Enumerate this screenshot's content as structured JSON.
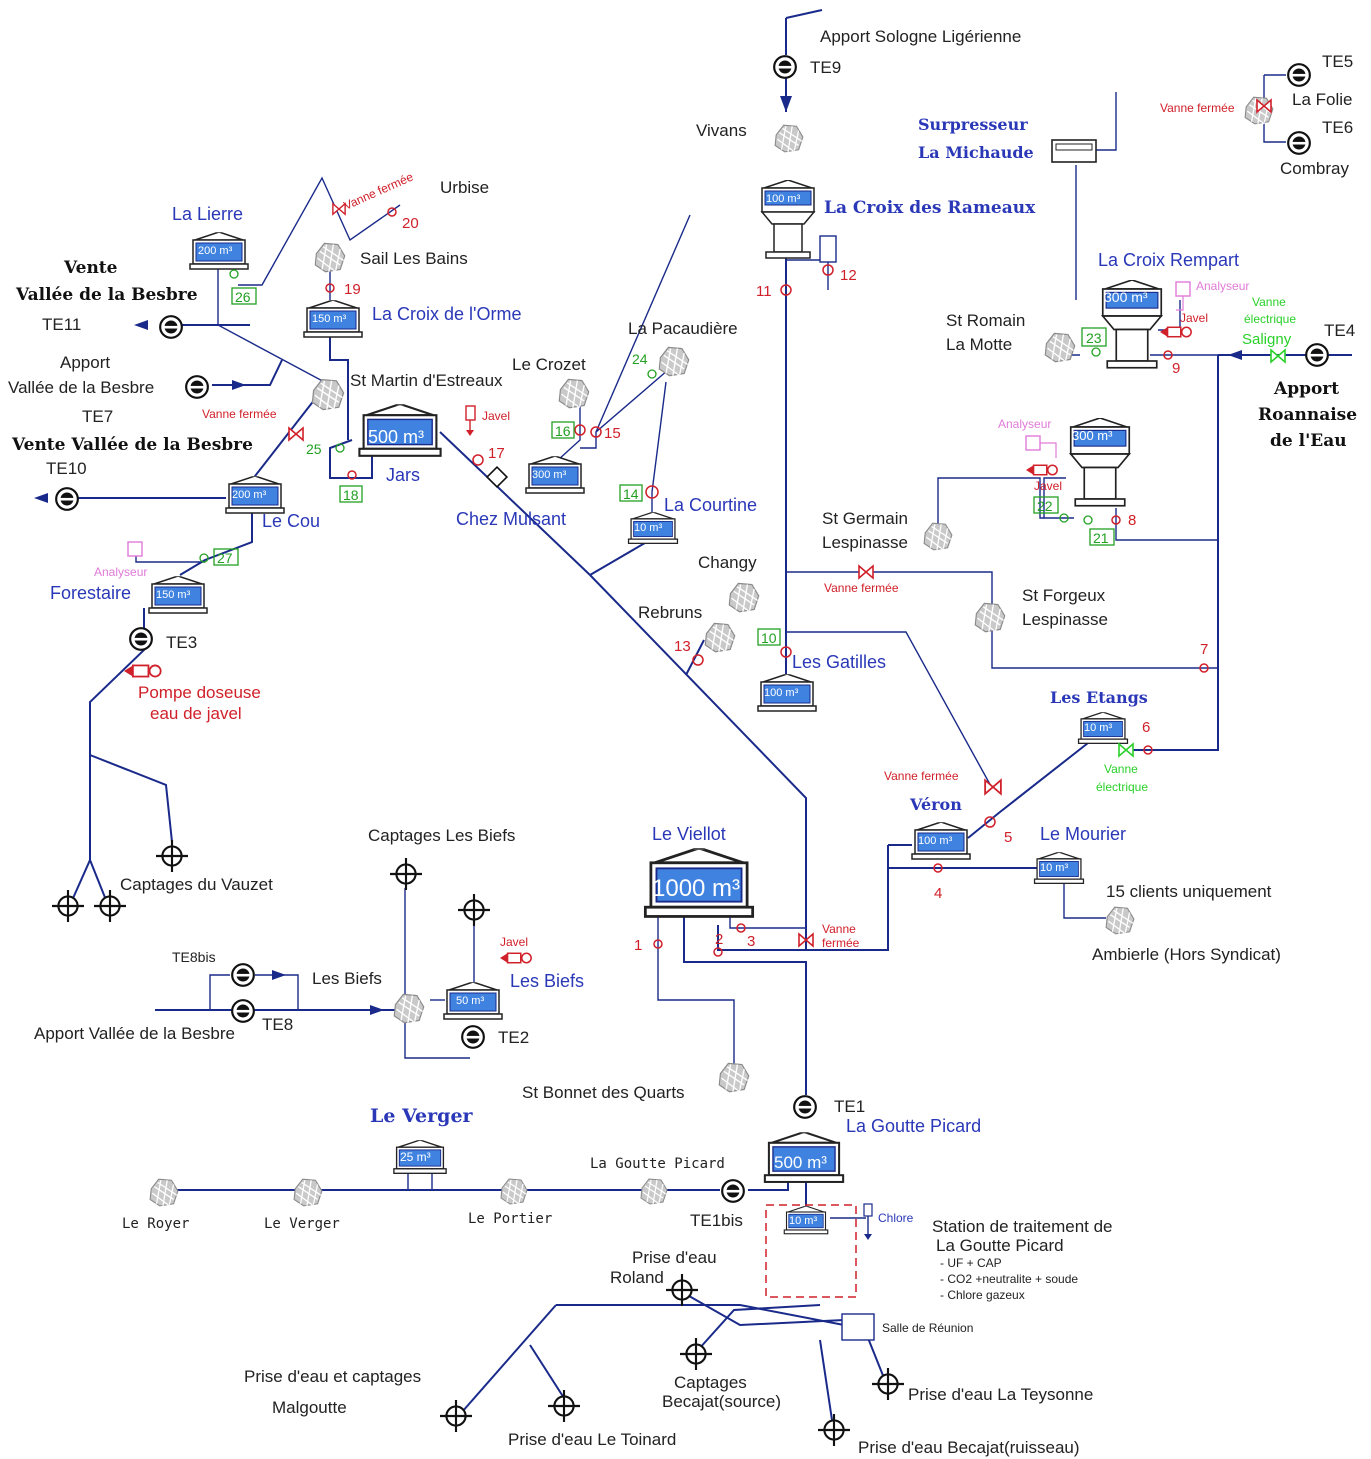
{
  "places": {
    "apport_sologne": "Apport Sologne Ligérienne",
    "te9": "TE9",
    "vivans": "Vivans",
    "croix_rameaux": "La Croix des Rameaux",
    "surpresseur_1": "Surpresseur",
    "surpresseur_2": "La Michaude",
    "te5": "TE5",
    "la_folie": "La Folie",
    "te6": "TE6",
    "combray": "Combray",
    "croix_rempart": "La Croix Rempart",
    "st_romain_1": "St Romain",
    "st_romain_2": "La Motte",
    "saligny": "Saligny",
    "te4": "TE4",
    "apport_roannaise_1": "Apport",
    "apport_roannaise_2": "Roannaise",
    "apport_roannaise_3": "de l'Eau",
    "urbise": "Urbise",
    "la_lierre": "La Lierre",
    "sail_les_bains": "Sail Les Bains",
    "croix_orme": "La Croix de l'Orme",
    "vente_1": "Vente",
    "vente_2": "Vallée de la Besbre",
    "te11": "TE11",
    "apport_besbre_1": "Apport",
    "apport_besbre_2": "Vallée de la Besbre",
    "te7": "TE7",
    "st_martin": "St Martin d'Estreaux",
    "vente_vallee": "Vente Vallée de la Besbre",
    "te10": "TE10",
    "jars": "Jars",
    "le_cou": "Le Cou",
    "la_pacaudiere": "La Pacaudière",
    "le_crozet": "Le Crozet",
    "chez_mulsant": "Chez Mulsant",
    "la_courtine": "La Courtine",
    "st_germain_1": "St Germain",
    "st_germain_2": "Lespinasse",
    "changy": "Changy",
    "st_forgeux_1": "St Forgeux",
    "st_forgeux_2": "Lespinasse",
    "rebruns": "Rebruns",
    "les_gatilles": "Les Gatilles",
    "forestaire": "Forestaire",
    "te3": "TE3",
    "pompe_1": "Pompe doseuse",
    "pompe_2": "eau de javel",
    "les_etangs": "Les Etangs",
    "veron": "Véron",
    "le_mourier": "Le Mourier",
    "le_viellot": "Le Viellot",
    "clients": "15 clients uniquement",
    "ambierle": "Ambierle (Hors Syndicat)",
    "captages_biefs": "Captages Les Biefs",
    "captages_vauzet": "Captages du Vauzet",
    "te8bis": "TE8bis",
    "les_biefs_node": "Les Biefs",
    "les_biefs_tank": "Les Biefs",
    "apport_vallee_besbre": "Apport Vallée de la Besbre",
    "te8": "TE8",
    "te2": "TE2",
    "st_bonnet": "St Bonnet des Quarts",
    "te1": "TE1",
    "goutte_picard": "La Goutte Picard",
    "le_verger_title": "Le  Verger",
    "goutte_picard_small": "La Goutte Picard",
    "le_royer": "Le Royer",
    "le_verger": "Le Verger",
    "le_portier": "Le Portier",
    "te1bis": "TE1bis",
    "station_1": "Station de traitement de",
    "station_2": "La Goutte Picard",
    "station_3": "- UF + CAP",
    "station_4": "- CO2 +neutralite + soude",
    "station_5": "- Chlore gazeux",
    "prise_roland_1": "Prise d'eau",
    "prise_roland_2": "Roland",
    "salle": "Salle de Réunion",
    "malgoutte_1": "Prise d'eau et captages",
    "malgoutte_2": "Malgoutte",
    "becajat_src_1": "Captages",
    "becajat_src_2": "Becajat(source)",
    "teysonne": "Prise d'eau La Teysonne",
    "toinard": "Prise d'eau Le Toinard",
    "becajat_ruisseau": "Prise d'eau Becajat(ruisseau)"
  },
  "tanks": {
    "croix_rameaux": "100 m³",
    "croix_rempart": "300 m³",
    "st_germain": "300 m³",
    "la_lierre": "200 m³",
    "croix_orme": "150 m³",
    "jars": "500 m³",
    "le_cou": "200 m³",
    "crozet": "300 m³",
    "courtine": "10 m³",
    "gatilles": "100 m³",
    "forestaire": "150 m³",
    "etangs": "10 m³",
    "veron": "100 m³",
    "mourier": "10 m³",
    "viellot": "1000 m³",
    "biefs": "50 m³",
    "goutte_picard": "500 m³",
    "verger": "25 m³",
    "station": "10 m³"
  },
  "annotations": {
    "vanne_fermee": "Vanne fermée",
    "vanne_electrique_1": "Vanne",
    "vanne_electrique_2": "électrique",
    "analyseur": "Analyseur",
    "javel": "Javel",
    "chlore": "Chlore",
    "vanne_fermee_2a": "Vanne",
    "vanne_fermee_2b": "fermée"
  },
  "numbers_red": {
    "n1": "1",
    "n2": "2",
    "n3": "3",
    "n4": "4",
    "n5": "5",
    "n6": "6",
    "n7": "7",
    "n8": "8",
    "n9": "9",
    "n11": "11",
    "n12": "12",
    "n13": "13",
    "n15": "15",
    "n17": "17",
    "n19": "19",
    "n20": "20"
  },
  "numbers_green": {
    "n10": "10",
    "n14": "14",
    "n16": "16",
    "n18": "18",
    "n21": "21",
    "n22": "22",
    "n23": "23",
    "n24": "24",
    "n25": "25",
    "n26": "26",
    "n27": "27"
  },
  "colors": {
    "pipe": "#1a2a8a",
    "tank_fill": "#3f82e0",
    "valve_red": "#d0202a",
    "valve_green": "#2ad02a",
    "label_blue": "#2a38b8"
  }
}
